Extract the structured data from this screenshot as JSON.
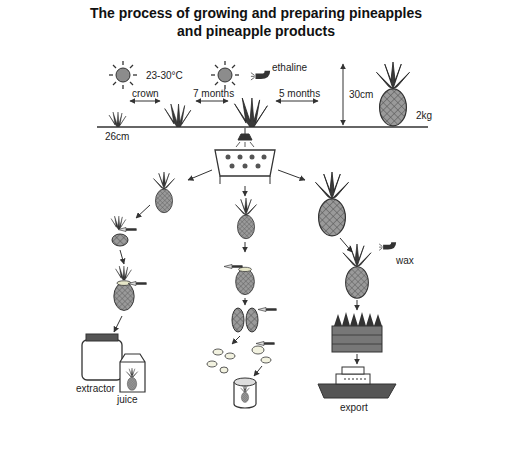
{
  "diagram": {
    "title": "The process of growing and preparing pineapples and pineapple products",
    "labels": [
      "23-30°C",
      "ethaline",
      "crown",
      "7 months",
      "5 months",
      "30cm",
      "2kg",
      "26cm",
      "wax",
      "extractor",
      "juice",
      "export"
    ]
  }
}
